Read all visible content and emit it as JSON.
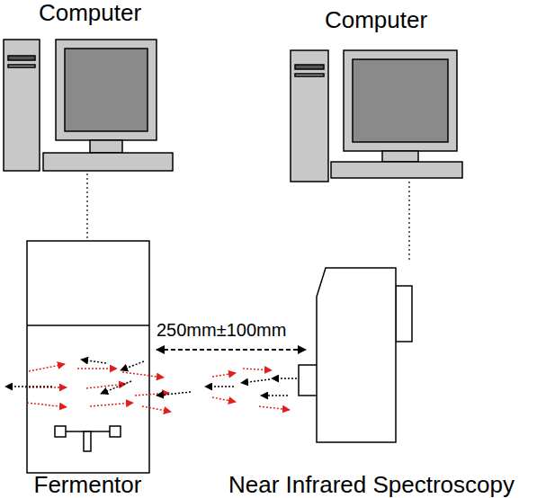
{
  "diagram": {
    "nodes": [
      {
        "text": [
          "Computer"
        ]
      },
      {
        "text": [
          "Computer"
        ]
      },
      {
        "text": [
          "Fermentor"
        ]
      },
      {
        "text": [
          "Near Infrared Spectroscopy"
        ]
      }
    ],
    "edges": [
      {
        "from": 0,
        "to": 2,
        "arrow": "none"
      },
      {
        "from": 1,
        "to": 3,
        "arrow": "none"
      }
    ],
    "labels": [
      "250mm±100mm"
    ]
  }
}
